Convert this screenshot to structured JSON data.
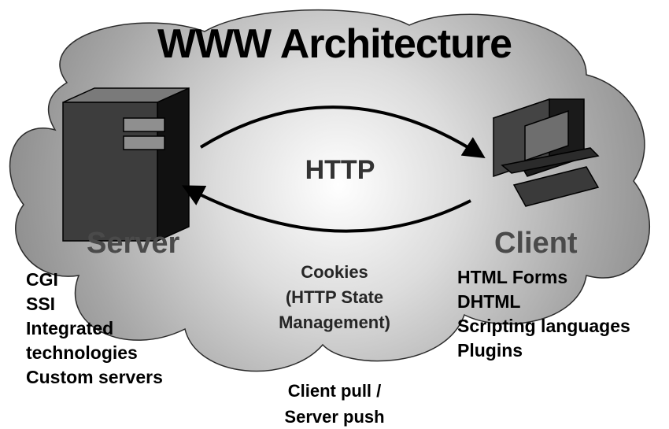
{
  "title": "WWW Architecture",
  "protocol_label": "HTTP",
  "server": {
    "label": "Server",
    "technologies": [
      "CGI",
      "SSI",
      "Integrated",
      "technologies",
      "Custom servers"
    ]
  },
  "client": {
    "label": "Client",
    "technologies": [
      "HTML Forms",
      "DHTML",
      "Scripting languages",
      "Plugins"
    ]
  },
  "middle": [
    "Cookies",
    "(HTTP State",
    "Management)"
  ],
  "bottom": [
    "Client pull /",
    "Server push"
  ],
  "colors": {
    "cloud_edge": "#8c8c8c",
    "cloud_center": "#ffffff",
    "label_gray": "#4a4a4a",
    "text": "#000000"
  },
  "icons": [
    "server-tower-icon",
    "client-computer-icon",
    "request-arrow-icon",
    "response-arrow-icon"
  ]
}
